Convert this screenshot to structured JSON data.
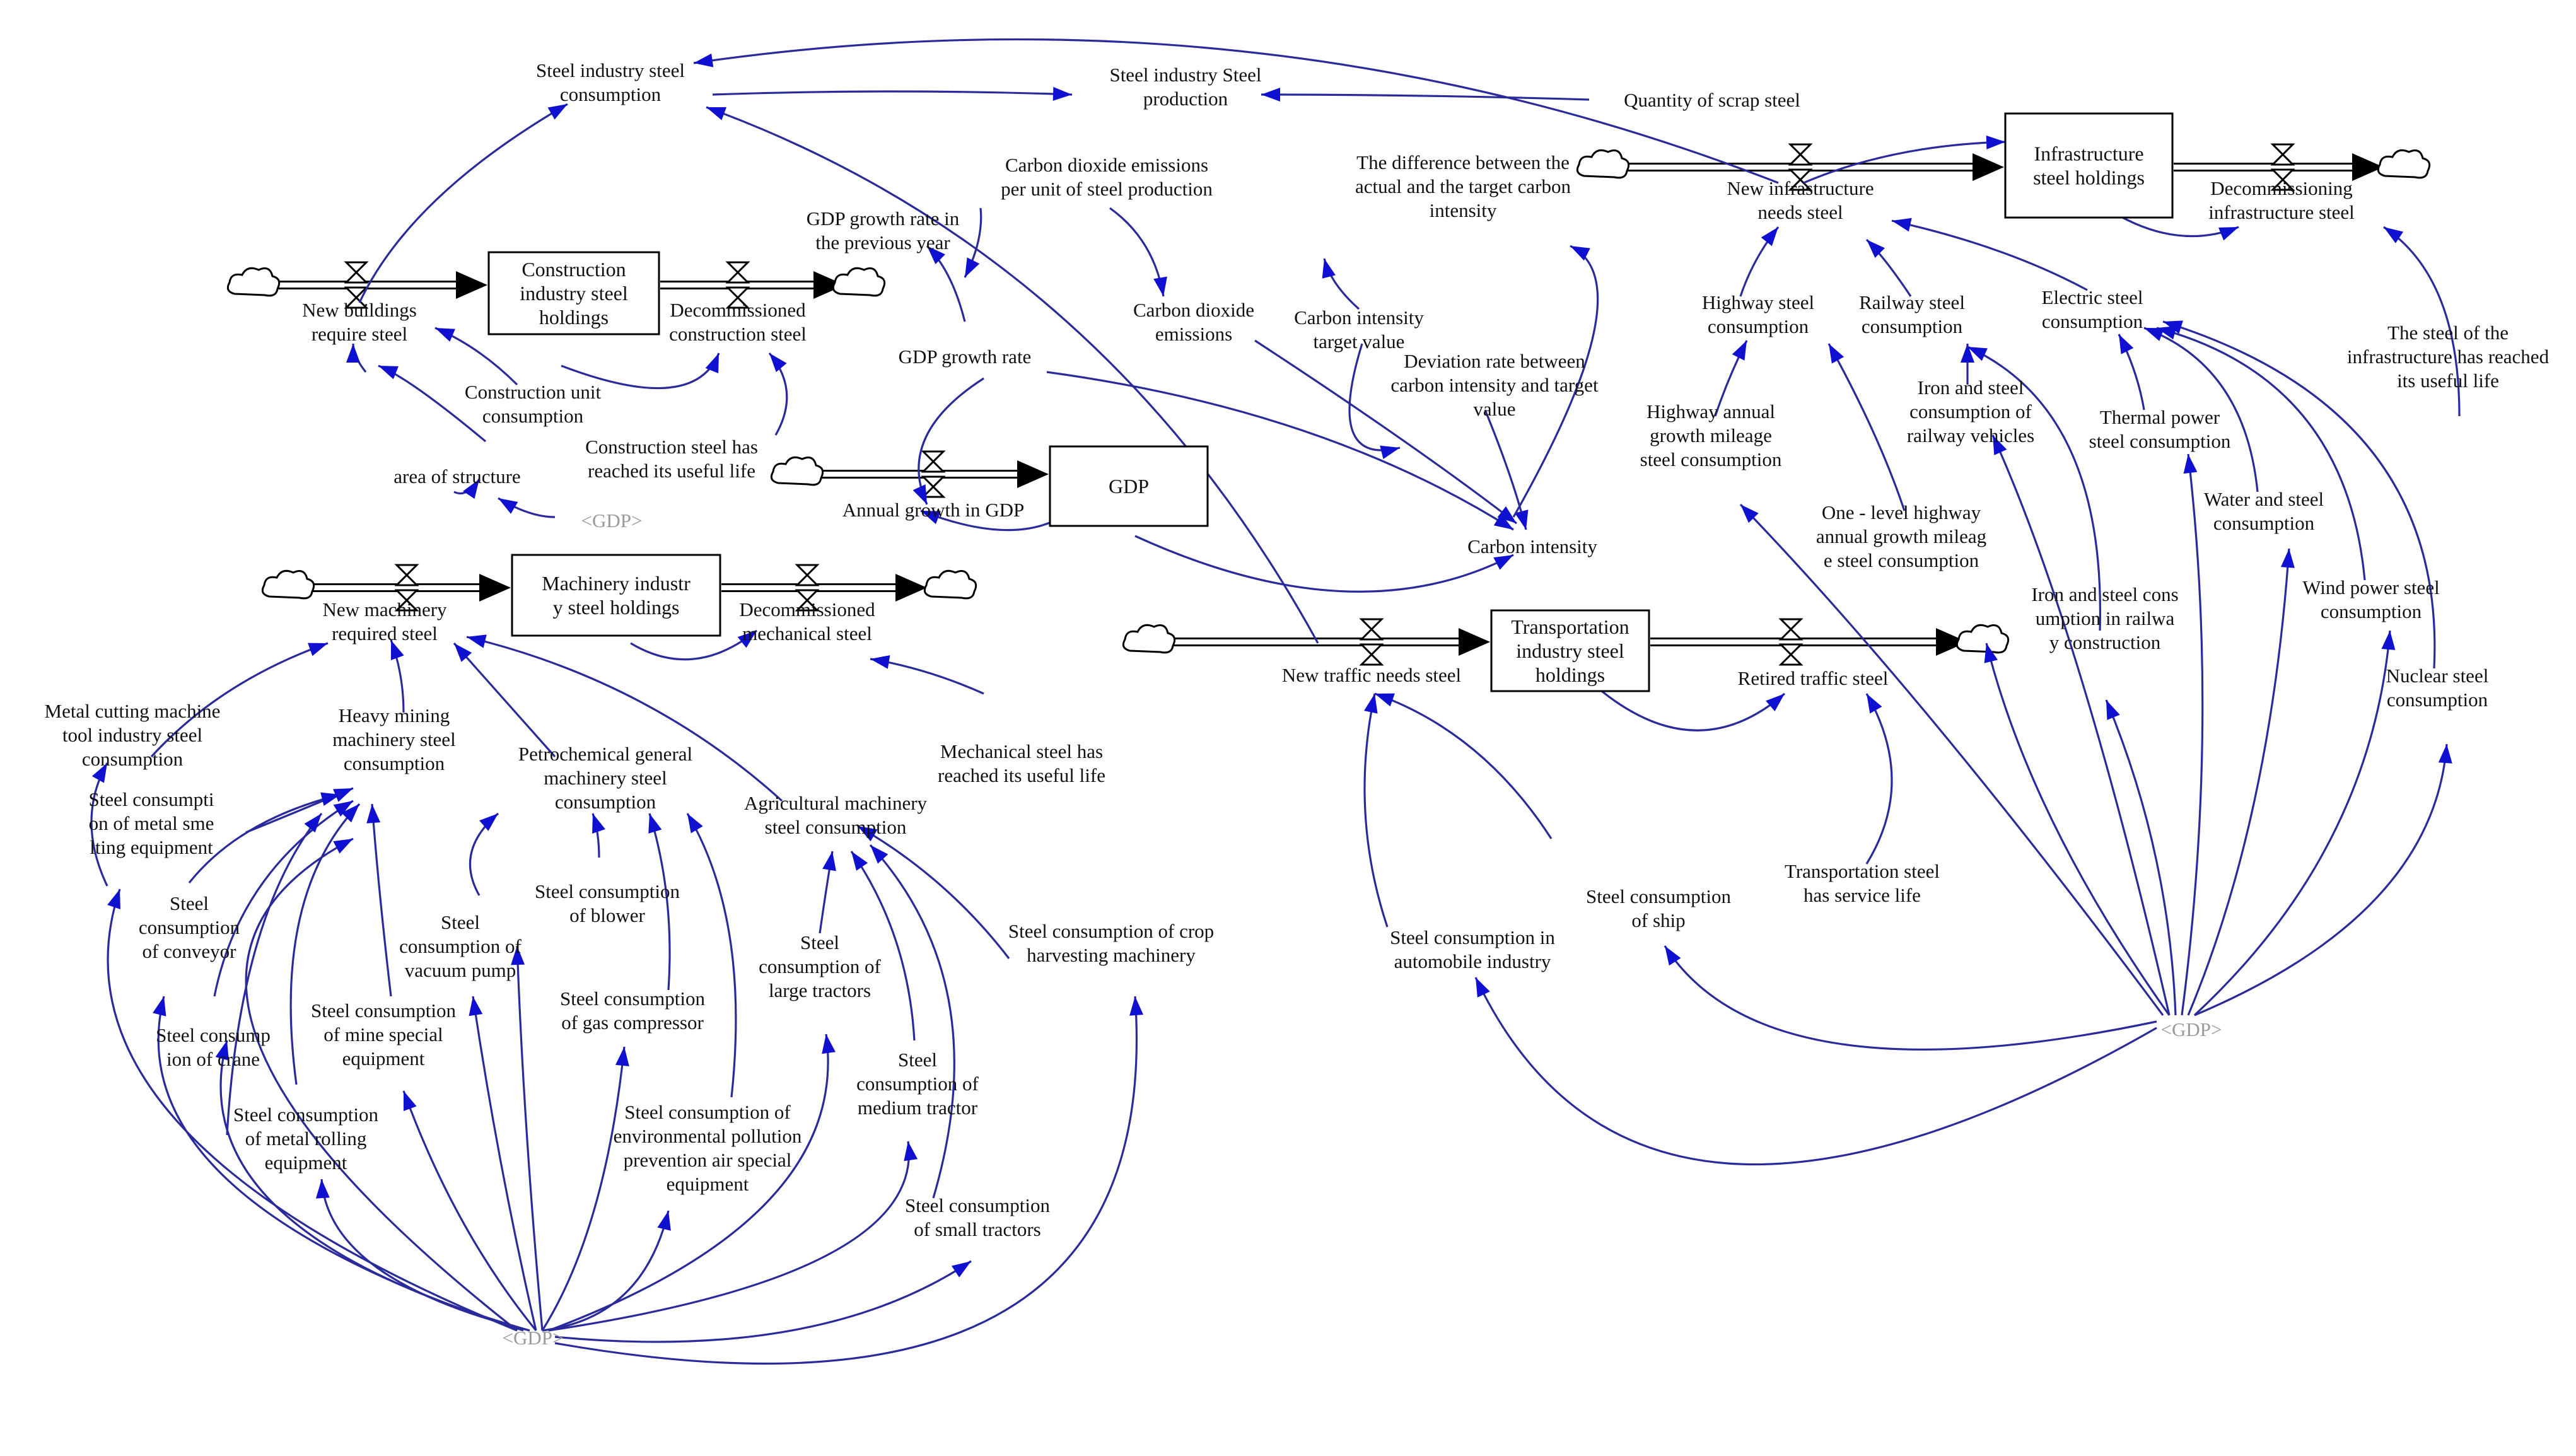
{
  "colors": {
    "link": "#2a2a9a",
    "arrowhead": "#1010d0",
    "stock_border": "#000000",
    "shadow_text": "#9a9a9a"
  },
  "stocks": [
    {
      "id": "construction",
      "lines": [
        "Construction",
        "industry steel",
        "holdings"
      ]
    },
    {
      "id": "gdp",
      "lines": [
        "GDP"
      ]
    },
    {
      "id": "machinery",
      "lines": [
        "Machinery industr",
        "y steel holdings"
      ]
    },
    {
      "id": "infrastructure",
      "lines": [
        "Infrastructure",
        "steel holdings"
      ]
    },
    {
      "id": "transportation",
      "lines": [
        "Transportation",
        "industry steel",
        "holdings"
      ]
    }
  ],
  "variables": [
    {
      "id": "steel_industry_consumption",
      "lines": [
        "Steel industry steel",
        "consumption"
      ]
    },
    {
      "id": "steel_industry_production",
      "lines": [
        "Steel industry Steel",
        "production"
      ]
    },
    {
      "id": "quantity_scrap",
      "lines": [
        "Quantity of scrap steel"
      ]
    },
    {
      "id": "co2_per_unit",
      "lines": [
        "Carbon dioxide emissions",
        "per unit of steel production"
      ]
    },
    {
      "id": "co2_emissions",
      "lines": [
        "Carbon dioxide",
        "emissions"
      ]
    },
    {
      "id": "gdp_growth_prev",
      "lines": [
        "GDP growth rate in",
        "the previous year"
      ]
    },
    {
      "id": "gdp_growth",
      "lines": [
        "GDP growth rate"
      ]
    },
    {
      "id": "diff_target_ci",
      "lines": [
        "The difference between the",
        "actual and the target carbon",
        "intensity"
      ]
    },
    {
      "id": "ci_target",
      "lines": [
        "Carbon intensity",
        "target value"
      ]
    },
    {
      "id": "deviation_rate",
      "lines": [
        "Deviation rate between",
        "carbon intensity and target",
        "value"
      ]
    },
    {
      "id": "carbon_intensity",
      "lines": [
        "Carbon intensity"
      ]
    },
    {
      "id": "new_buildings",
      "lines": [
        "New buildings",
        "require steel"
      ]
    },
    {
      "id": "decom_construction",
      "lines": [
        "Decommissioned",
        "construction steel"
      ]
    },
    {
      "id": "construction_unit",
      "lines": [
        "Construction unit",
        "consumption"
      ]
    },
    {
      "id": "area_structure",
      "lines": [
        "area of structure"
      ]
    },
    {
      "id": "construction_life",
      "lines": [
        "Construction steel has",
        "reached its useful life"
      ]
    },
    {
      "id": "annual_growth_gdp",
      "lines": [
        "Annual growth in GDP"
      ]
    },
    {
      "id": "new_machinery",
      "lines": [
        "New machinery",
        "required steel"
      ]
    },
    {
      "id": "decom_mechanical",
      "lines": [
        "Decommissioned",
        "mechanical steel"
      ]
    },
    {
      "id": "mechanical_life",
      "lines": [
        "Mechanical steel has",
        "reached its useful life"
      ]
    },
    {
      "id": "metal_cutting",
      "lines": [
        "Metal cutting machine",
        "tool industry steel",
        "consumption"
      ]
    },
    {
      "id": "heavy_mining",
      "lines": [
        "Heavy mining",
        "machinery steel",
        "consumption"
      ]
    },
    {
      "id": "petrochemical",
      "lines": [
        "Petrochemical general",
        "machinery steel",
        "consumption"
      ]
    },
    {
      "id": "agricultural",
      "lines": [
        "Agricultural machinery",
        "steel consumption"
      ]
    },
    {
      "id": "smelting",
      "lines": [
        "Steel consumpti",
        "on of metal sme",
        "lting equipment"
      ]
    },
    {
      "id": "conveyor",
      "lines": [
        "Steel",
        "consumption",
        "of conveyor"
      ]
    },
    {
      "id": "crane",
      "lines": [
        "Steel consump",
        "ion of crane"
      ]
    },
    {
      "id": "mine_special",
      "lines": [
        "Steel consumption",
        "of mine special",
        "equipment"
      ]
    },
    {
      "id": "metal_rolling",
      "lines": [
        "Steel consumption",
        "of metal rolling",
        "equipment"
      ]
    },
    {
      "id": "vacuum_pump",
      "lines": [
        "Steel",
        "consumption of",
        "vacuum pump"
      ]
    },
    {
      "id": "blower",
      "lines": [
        "Steel consumption",
        "of blower"
      ]
    },
    {
      "id": "gas_compressor",
      "lines": [
        "Steel consumption",
        "of gas compressor"
      ]
    },
    {
      "id": "env_pollution",
      "lines": [
        "Steel consumption of",
        "environmental pollution",
        "prevention air special",
        "equipment"
      ]
    },
    {
      "id": "large_tractors",
      "lines": [
        "Steel",
        "consumption of",
        "large tractors"
      ]
    },
    {
      "id": "medium_tractor",
      "lines": [
        "Steel",
        "consumption of",
        "medium tractor"
      ]
    },
    {
      "id": "small_tractors",
      "lines": [
        "Steel consumption",
        "of small tractors"
      ]
    },
    {
      "id": "crop_harvesting",
      "lines": [
        "Steel consumption of crop",
        "harvesting machinery"
      ]
    },
    {
      "id": "new_infrastructure",
      "lines": [
        "New infrastructure",
        "needs steel"
      ]
    },
    {
      "id": "decom_infrastructure",
      "lines": [
        "Decommissioning",
        "infrastructure steel"
      ]
    },
    {
      "id": "infra_life",
      "lines": [
        "The steel of the",
        "infrastructure has reached",
        "its useful life"
      ]
    },
    {
      "id": "highway",
      "lines": [
        "Highway steel",
        "consumption"
      ]
    },
    {
      "id": "railway",
      "lines": [
        "Railway steel",
        "consumption"
      ]
    },
    {
      "id": "electric",
      "lines": [
        "Electric steel",
        "consumption"
      ]
    },
    {
      "id": "highway_annual",
      "lines": [
        "Highway annual",
        "growth mileage",
        "steel consumption"
      ]
    },
    {
      "id": "railway_vehicles",
      "lines": [
        "Iron and steel",
        "consumption of",
        "railway vehicles"
      ]
    },
    {
      "id": "thermal",
      "lines": [
        "Thermal power",
        "steel consumption"
      ]
    },
    {
      "id": "water",
      "lines": [
        "Water and steel",
        "consumption"
      ]
    },
    {
      "id": "one_level_highway",
      "lines": [
        "One - level highway",
        "annual growth mileag",
        "e steel consumption"
      ]
    },
    {
      "id": "railway_construction",
      "lines": [
        "Iron and steel cons",
        "umption in railwa",
        "y construction"
      ]
    },
    {
      "id": "wind",
      "lines": [
        "Wind power steel",
        "consumption"
      ]
    },
    {
      "id": "nuclear",
      "lines": [
        "Nuclear steel",
        "consumption"
      ]
    },
    {
      "id": "new_traffic",
      "lines": [
        "New traffic needs steel"
      ]
    },
    {
      "id": "retired_traffic",
      "lines": [
        "Retired traffic steel"
      ]
    },
    {
      "id": "transport_life",
      "lines": [
        "Transportation steel",
        "has service life"
      ]
    },
    {
      "id": "automobile",
      "lines": [
        "Steel consumption in",
        "automobile industry"
      ]
    },
    {
      "id": "ship",
      "lines": [
        "Steel consumption",
        "of ship"
      ]
    },
    {
      "id": "gdp_shadow_top",
      "lines": [
        "<GDP>"
      ]
    },
    {
      "id": "gdp_shadow_bottom",
      "lines": [
        "<GDP>"
      ]
    },
    {
      "id": "gdp_shadow_right",
      "lines": [
        "<GDP>"
      ]
    }
  ]
}
